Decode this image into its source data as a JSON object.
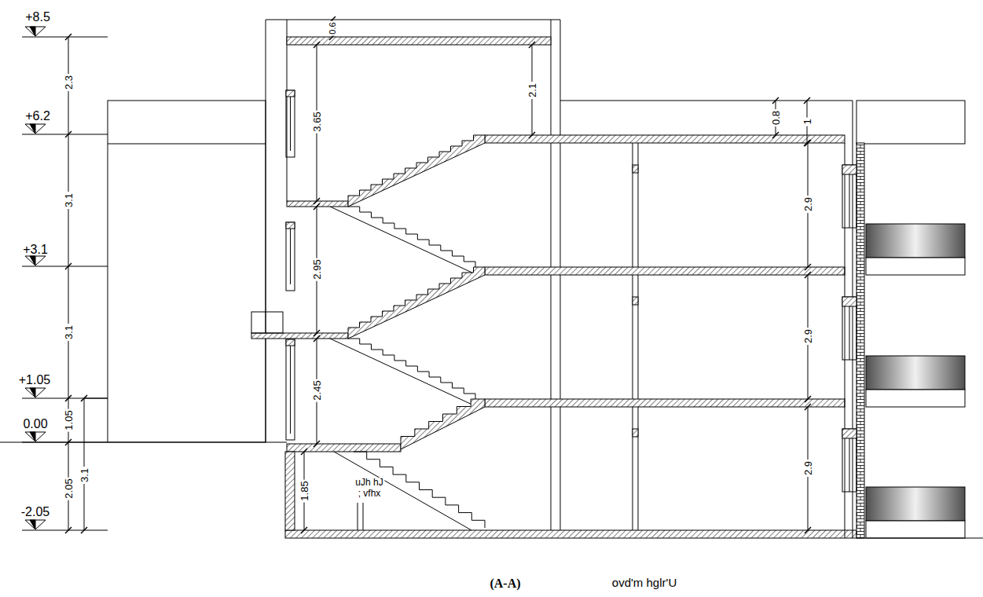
{
  "diagram": {
    "labels": [
      "+8.5",
      "2.3",
      "+6.2",
      "3.1",
      "+3.1",
      "3.1",
      "+1.05",
      "0.00",
      "1.05",
      "3.1",
      "2.05",
      "-2.05",
      "0.6",
      "3.65",
      "2.1",
      "0.8",
      "1",
      "2.9",
      "2.95",
      "2.9",
      "2.45",
      "2.9",
      "1.85",
      "uJh hJ",
      "; vfhx",
      "(A-A)",
      "ovd'm hglr'U"
    ]
  }
}
